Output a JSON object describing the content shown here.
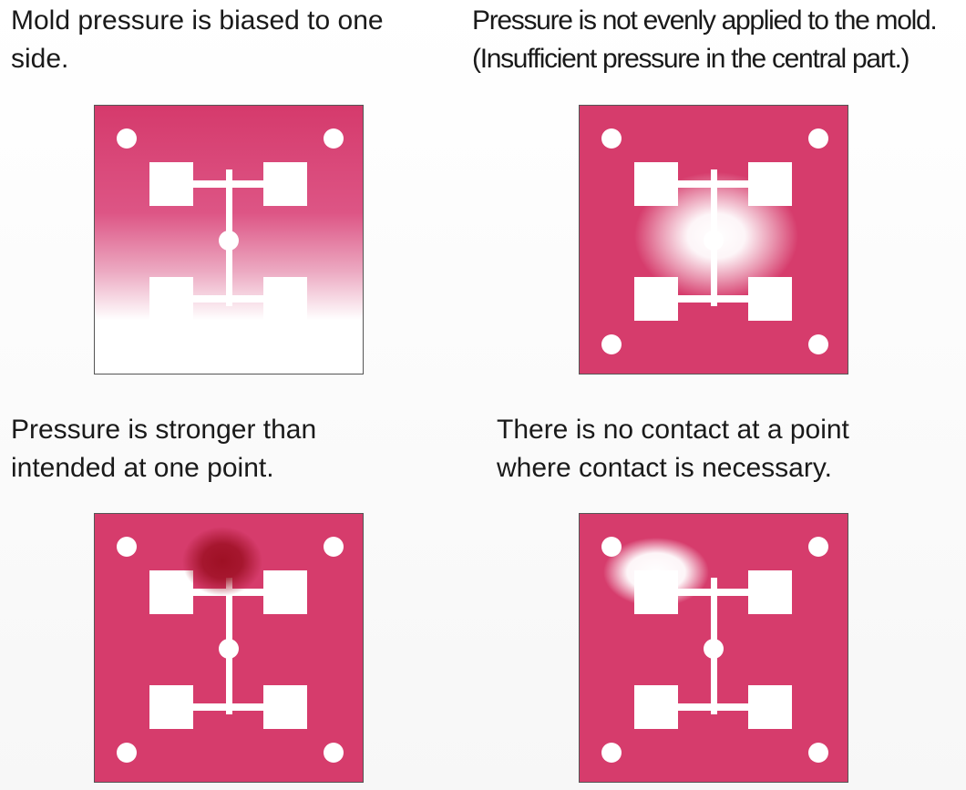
{
  "colors": {
    "mold": "#d63c6c",
    "mold_light": "#e0608a",
    "pattern": "#ffffff",
    "hot_spot": "#9e1024",
    "border": "#555555"
  },
  "panels": [
    {
      "id": "biased",
      "caption_lines": [
        "Mold pressure is biased to one",
        "side."
      ],
      "effect": "gradient-bottom-white"
    },
    {
      "id": "uneven",
      "caption_lines": [
        "Pressure is not evenly applied to the mold.",
        "(Insufficient pressure in the central part.)"
      ],
      "effect": "center-white-glow"
    },
    {
      "id": "strong-point",
      "caption_lines": [
        "Pressure is stronger than",
        "intended at one point."
      ],
      "effect": "dark-red-spot"
    },
    {
      "id": "no-contact",
      "caption_lines": [
        "There is no contact at a point",
        "where contact is necessary."
      ],
      "effect": "white-spot-top-left"
    }
  ]
}
